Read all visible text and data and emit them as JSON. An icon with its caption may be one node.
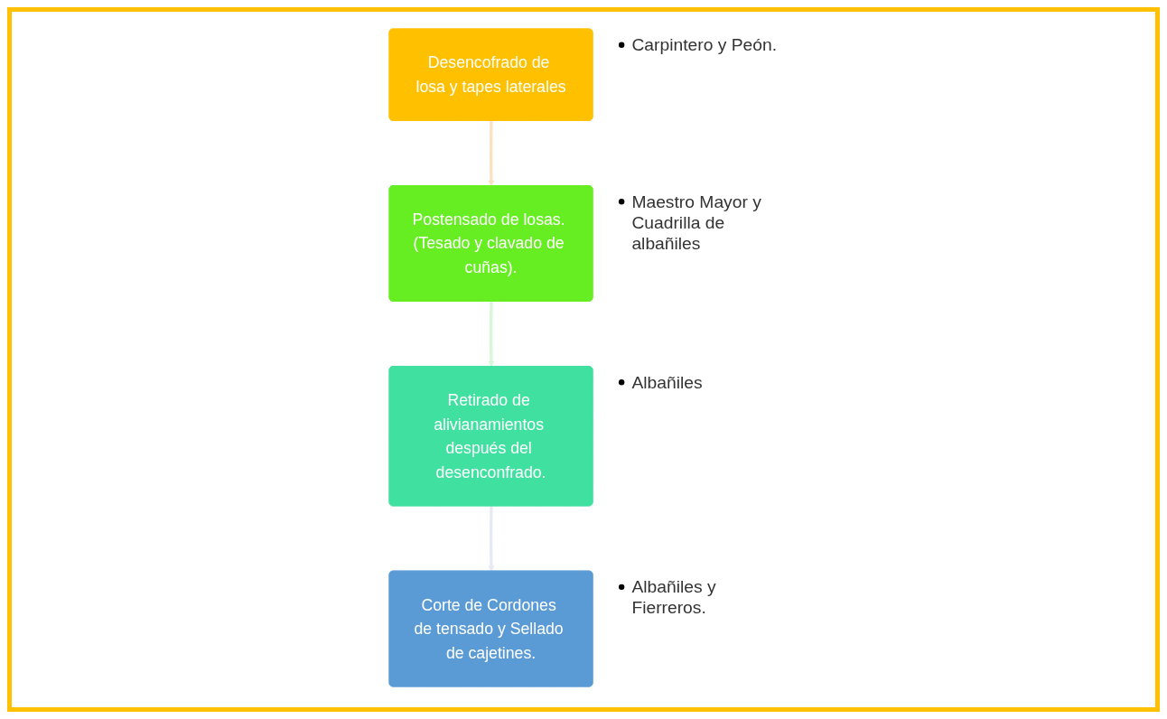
{
  "diagram": {
    "nodes": [
      {
        "text": [
          "Desencofrado de losa y tapes laterales"
        ],
        "beside": [
          "Carpintero y Peón."
        ]
      },
      {
        "text": [
          "Postensado de losas. (Tesado y clavado de cuñas)."
        ],
        "beside": [
          "Maestro Mayor y Cuadrilla de albañiles"
        ]
      },
      {
        "text": [
          "Retirado de alivianamientos después del desenconfrado."
        ],
        "beside": [
          "Albañiles"
        ]
      },
      {
        "text": [
          "Corte de Cordones de tensado y Sellado de cajetines."
        ],
        "beside": [
          "Albañiles y Fierreros."
        ]
      }
    ],
    "edges": [
      {
        "from": 0,
        "to": 1,
        "arrow": "to",
        "color": "#fde0bf"
      },
      {
        "from": 1,
        "to": 2,
        "arrow": "to",
        "color": "#d6f7d8"
      },
      {
        "from": 2,
        "to": 3,
        "arrow": "to",
        "color": "#e7eaf4"
      }
    ]
  }
}
